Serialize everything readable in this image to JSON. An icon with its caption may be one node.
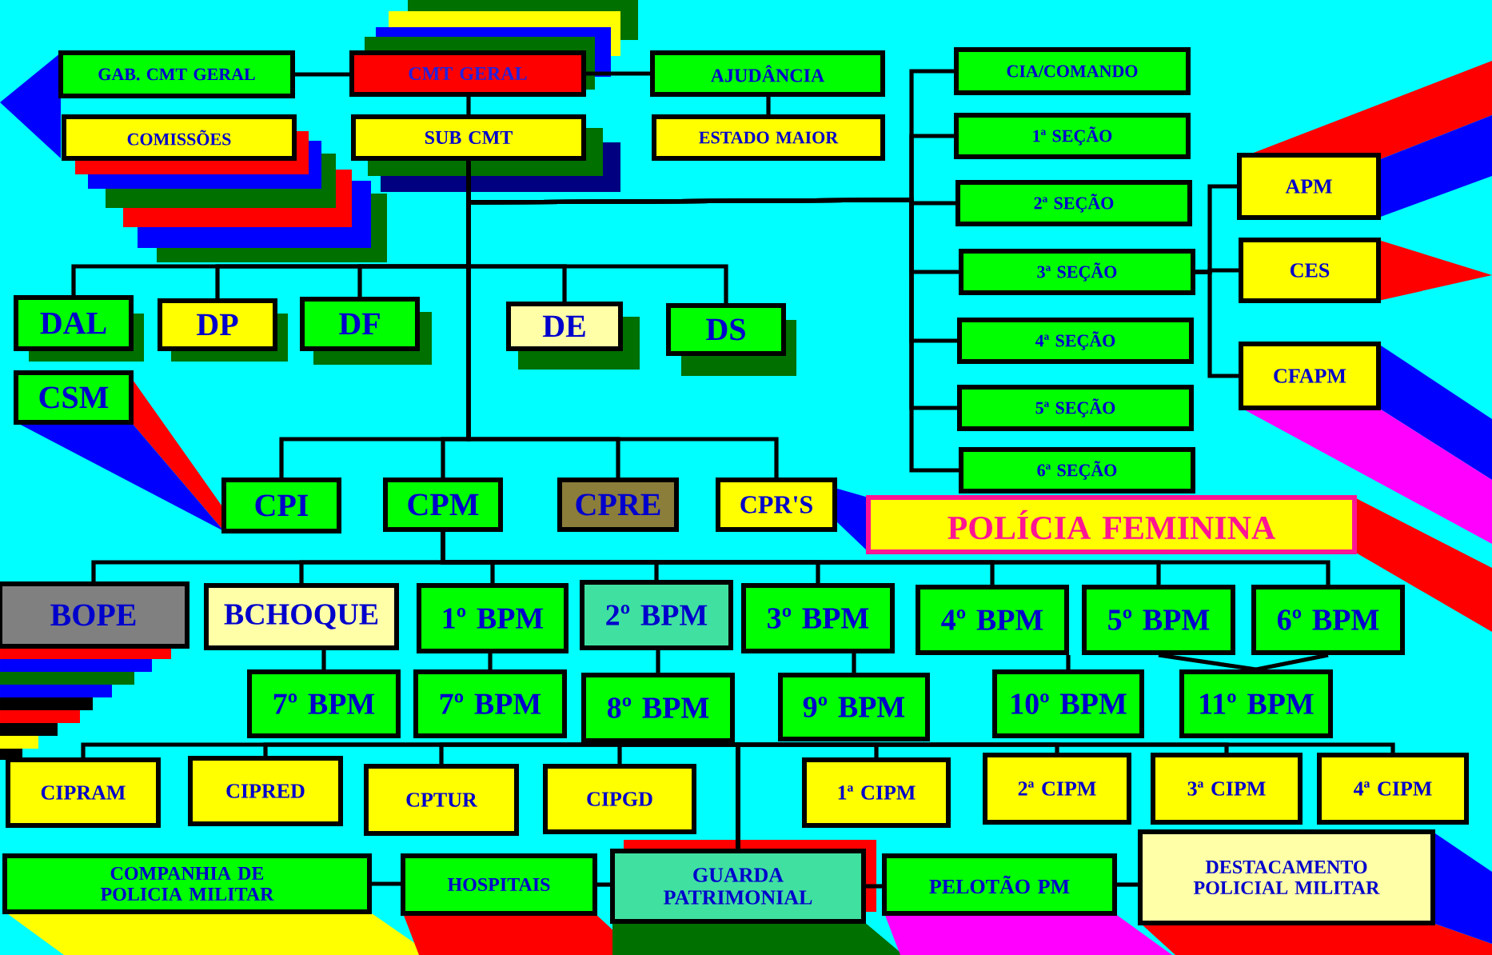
{
  "diagram": {
    "nodes": [
      {
        "text": [
          "GAB. CMT GERAL"
        ]
      },
      {
        "text": [
          "COMISSÕES"
        ]
      },
      {
        "text": [
          "CMT GERAL"
        ]
      },
      {
        "text": [
          "SUB CMT"
        ]
      },
      {
        "text": [
          "AJUDÂNCIA"
        ]
      },
      {
        "text": [
          "ESTADO MAIOR"
        ]
      },
      {
        "text": [
          "CIA/COMANDO"
        ]
      },
      {
        "text": [
          "1ª SEÇÃO"
        ]
      },
      {
        "text": [
          "2ª SEÇÃO"
        ]
      },
      {
        "text": [
          "3ª SEÇÃO"
        ]
      },
      {
        "text": [
          "4ª SEÇÃO"
        ]
      },
      {
        "text": [
          "5ª SEÇÃO"
        ]
      },
      {
        "text": [
          "6ª SEÇÃO"
        ]
      },
      {
        "text": [
          "APM"
        ]
      },
      {
        "text": [
          "CES"
        ]
      },
      {
        "text": [
          "CFAPM"
        ]
      },
      {
        "text": [
          "DAL"
        ]
      },
      {
        "text": [
          "DP"
        ]
      },
      {
        "text": [
          "DF"
        ]
      },
      {
        "text": [
          "DE"
        ]
      },
      {
        "text": [
          "DS"
        ]
      },
      {
        "text": [
          "CSM"
        ]
      },
      {
        "text": [
          "CPI"
        ]
      },
      {
        "text": [
          "CPM"
        ]
      },
      {
        "text": [
          "CPRE"
        ]
      },
      {
        "text": [
          "CPR'S"
        ]
      },
      {
        "text": [
          "POLÍCIA FEMININA"
        ]
      },
      {
        "text": [
          "BOPE"
        ]
      },
      {
        "text": [
          "BCHOQUE"
        ]
      },
      {
        "text": [
          "1º BPM"
        ]
      },
      {
        "text": [
          "2º BPM"
        ]
      },
      {
        "text": [
          "3º BPM"
        ]
      },
      {
        "text": [
          "4º BPM"
        ]
      },
      {
        "text": [
          "5º BPM"
        ]
      },
      {
        "text": [
          "6º BPM"
        ]
      },
      {
        "text": [
          "7º BPM"
        ]
      },
      {
        "text": [
          "7º BPM"
        ]
      },
      {
        "text": [
          "8º BPM"
        ]
      },
      {
        "text": [
          "9º BPM"
        ]
      },
      {
        "text": [
          "10º BPM"
        ]
      },
      {
        "text": [
          "11º BPM"
        ]
      },
      {
        "text": [
          "CIPRAM"
        ]
      },
      {
        "text": [
          "CIPRED"
        ]
      },
      {
        "text": [
          "CPTUR"
        ]
      },
      {
        "text": [
          "CIPGD"
        ]
      },
      {
        "text": [
          "1ª CIPM"
        ]
      },
      {
        "text": [
          "2ª CIPM"
        ]
      },
      {
        "text": [
          "3ª CIPM"
        ]
      },
      {
        "text": [
          "4ª CIPM"
        ]
      },
      {
        "text": [
          "COMPANHIA DE POLICIA MILITAR"
        ]
      },
      {
        "text": [
          "HOSPITAIS"
        ]
      },
      {
        "text": [
          "GUARDA PATRIMONIAL"
        ]
      },
      {
        "text": [
          "PELOTÃO PM"
        ]
      },
      {
        "text": [
          "DESTACAMENTO POLICIAL MILITAR"
        ]
      }
    ],
    "edges": [
      {
        "from": 0,
        "to": 2,
        "arrow": "none"
      },
      {
        "from": 2,
        "to": 4,
        "arrow": "none"
      },
      {
        "from": 2,
        "to": 3,
        "arrow": "none"
      },
      {
        "from": 4,
        "to": 5,
        "arrow": "none"
      },
      {
        "from": 3,
        "to": 6,
        "arrow": "none"
      },
      {
        "from": 3,
        "to": 7,
        "arrow": "none"
      },
      {
        "from": 3,
        "to": 8,
        "arrow": "none"
      },
      {
        "from": 3,
        "to": 9,
        "arrow": "none"
      },
      {
        "from": 3,
        "to": 10,
        "arrow": "none"
      },
      {
        "from": 3,
        "to": 11,
        "arrow": "none"
      },
      {
        "from": 3,
        "to": 12,
        "arrow": "none"
      },
      {
        "from": 9,
        "to": 13,
        "arrow": "none"
      },
      {
        "from": 9,
        "to": 14,
        "arrow": "none"
      },
      {
        "from": 9,
        "to": 15,
        "arrow": "none"
      },
      {
        "from": 3,
        "to": 16,
        "arrow": "none"
      },
      {
        "from": 3,
        "to": 17,
        "arrow": "none"
      },
      {
        "from": 3,
        "to": 18,
        "arrow": "none"
      },
      {
        "from": 3,
        "to": 19,
        "arrow": "none"
      },
      {
        "from": 3,
        "to": 20,
        "arrow": "none"
      },
      {
        "from": 3,
        "to": 22,
        "arrow": "none"
      },
      {
        "from": 3,
        "to": 23,
        "arrow": "none"
      },
      {
        "from": 3,
        "to": 24,
        "arrow": "none"
      },
      {
        "from": 3,
        "to": 25,
        "arrow": "none"
      },
      {
        "from": 23,
        "to": 27,
        "arrow": "none"
      },
      {
        "from": 23,
        "to": 28,
        "arrow": "none"
      },
      {
        "from": 23,
        "to": 29,
        "arrow": "none"
      },
      {
        "from": 23,
        "to": 30,
        "arrow": "none"
      },
      {
        "from": 23,
        "to": 31,
        "arrow": "none"
      },
      {
        "from": 23,
        "to": 32,
        "arrow": "none"
      },
      {
        "from": 23,
        "to": 33,
        "arrow": "none"
      },
      {
        "from": 23,
        "to": 34,
        "arrow": "none"
      },
      {
        "from": 28,
        "to": 35,
        "arrow": "none"
      },
      {
        "from": 29,
        "to": 36,
        "arrow": "none"
      },
      {
        "from": 30,
        "to": 37,
        "arrow": "none"
      },
      {
        "from": 31,
        "to": 38,
        "arrow": "none"
      },
      {
        "from": 32,
        "to": 39,
        "arrow": "none"
      },
      {
        "from": 33,
        "to": 40,
        "arrow": "none"
      },
      {
        "from": 34,
        "to": 40,
        "arrow": "none"
      },
      {
        "from": 51,
        "to": 41,
        "arrow": "none"
      },
      {
        "from": 51,
        "to": 42,
        "arrow": "none"
      },
      {
        "from": 51,
        "to": 43,
        "arrow": "none"
      },
      {
        "from": 51,
        "to": 44,
        "arrow": "none"
      },
      {
        "from": 51,
        "to": 45,
        "arrow": "none"
      },
      {
        "from": 51,
        "to": 46,
        "arrow": "none"
      },
      {
        "from": 51,
        "to": 47,
        "arrow": "none"
      },
      {
        "from": 51,
        "to": 48,
        "arrow": "none"
      },
      {
        "from": 49,
        "to": 50,
        "arrow": "none"
      },
      {
        "from": 50,
        "to": 51,
        "arrow": "none"
      },
      {
        "from": 51,
        "to": 52,
        "arrow": "none"
      },
      {
        "from": 52,
        "to": 53,
        "arrow": "none"
      }
    ]
  }
}
